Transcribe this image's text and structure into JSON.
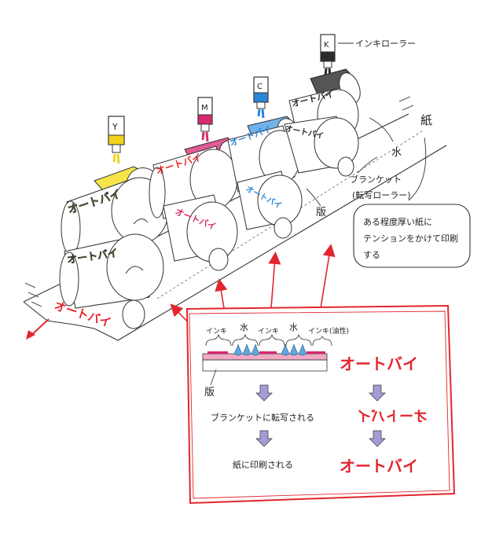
{
  "labels": {
    "ink_roller": "インキローラー",
    "paper": "紙",
    "water": "水",
    "blanket_1": "ブランケット",
    "blanket_2": "(転写ローラー)",
    "plate": "版",
    "note_line1": "ある程度厚い紙に",
    "note_line2": "テンションをかけて印刷",
    "note_line3": "する"
  },
  "ink_tubes": [
    {
      "letter": "Y",
      "color": "#f2d21b"
    },
    {
      "letter": "M",
      "color": "#d9286f"
    },
    {
      "letter": "C",
      "color": "#2a86d6"
    },
    {
      "letter": "K",
      "color": "#2b2b2b"
    }
  ],
  "roller_text": {
    "y_upper": "オートバイ",
    "y_lower": "オートバイ",
    "m_upper": "オートバイ",
    "m_lower": "オートバイ",
    "c_upper": "オートバイ",
    "c_lower": "オートバイ",
    "k_upper": "オートバイ",
    "k_lower": "オートバイ",
    "paper_print": "オートバイ"
  },
  "detail": {
    "top_labels": {
      "ink1": "インキ",
      "water1": "水",
      "ink2": "インキ",
      "water2": "水",
      "ink3": "インキ(油性)"
    },
    "plate_label": "版",
    "step_blanket": "ブランケットに転写される",
    "step_paper": "紙に印刷される",
    "logo_top": "オートバイ",
    "logo_mid": "オートバイ",
    "logo_bottom": "オートバイ"
  },
  "colors": {
    "accent_red": "#e3262e",
    "yellow": "#f2d21b",
    "magenta": "#d9286f",
    "cyan": "#2a86d6",
    "black": "#2b2b2b",
    "arrow_purple": "#a79bd6"
  }
}
